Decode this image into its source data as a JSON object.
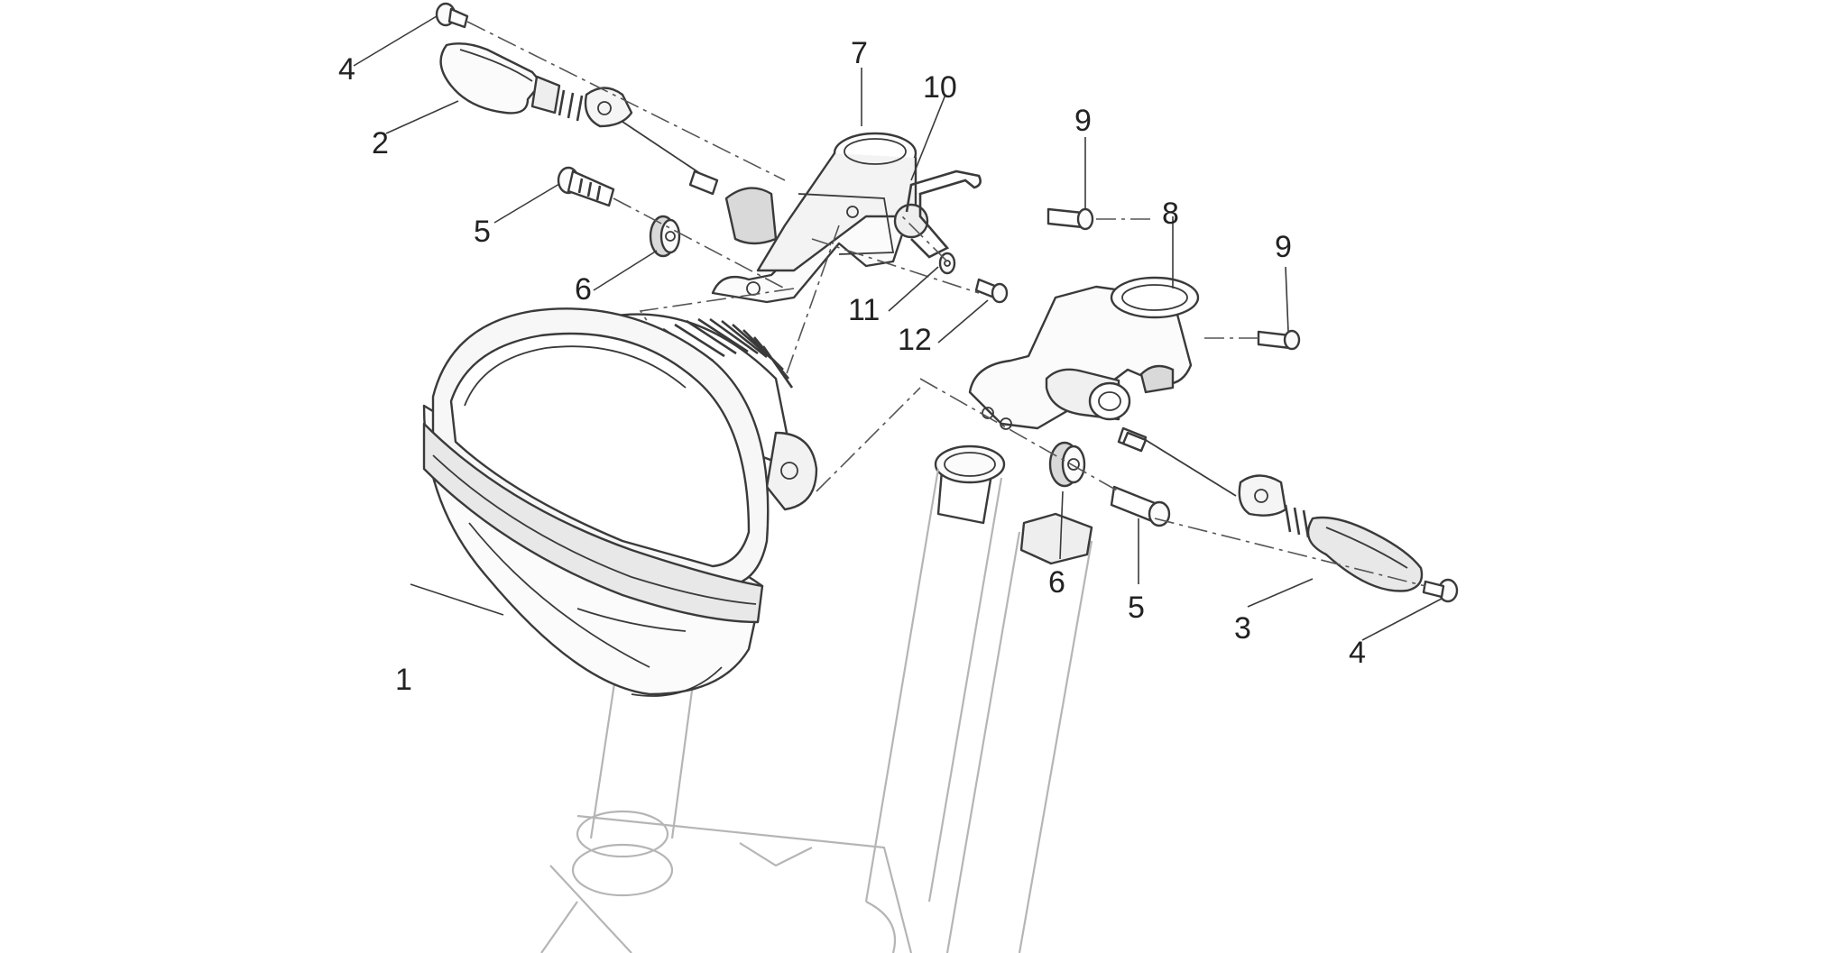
{
  "callouts": {
    "c1": "1",
    "c2": "2",
    "c3": "3",
    "c4_top": "4",
    "c4_right": "4",
    "c5_left": "5",
    "c5_right": "5",
    "c6_left": "6",
    "c6_right": "6",
    "c7": "7",
    "c8": "8",
    "c9_top": "9",
    "c9_right": "9",
    "c10": "10",
    "c11": "11",
    "c12": "12"
  }
}
